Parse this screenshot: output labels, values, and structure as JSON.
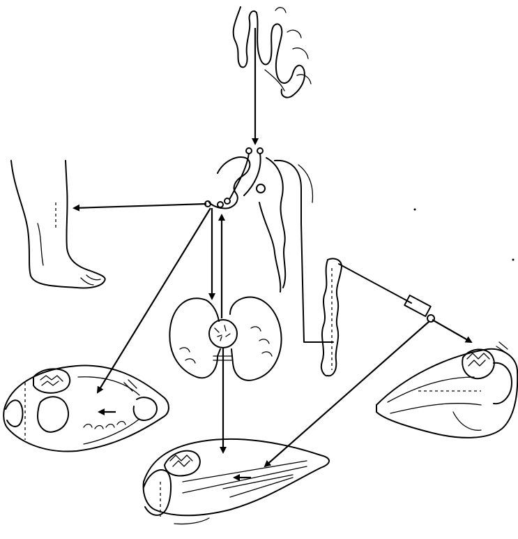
{
  "figure": {
    "colors": {
      "ink": "#000000",
      "paper": "#ffffff"
    },
    "parts": [
      "brain-cortex",
      "hypothalamus-pituitary",
      "leg-foot",
      "thyroid-gland",
      "spinal-cord-chain",
      "orbit-left",
      "orbit-center",
      "orbit-right"
    ],
    "arrows": [
      "cortex-to-hypothalamus",
      "hypothalamus-to-leg",
      "hypothalamus-to-thyroid",
      "thyroid-to-hypothalamus",
      "hypothalamus-to-left-orbit",
      "thyroid-to-center-orbit",
      "chain-to-right-orbit",
      "chain-to-center-orbit"
    ]
  }
}
